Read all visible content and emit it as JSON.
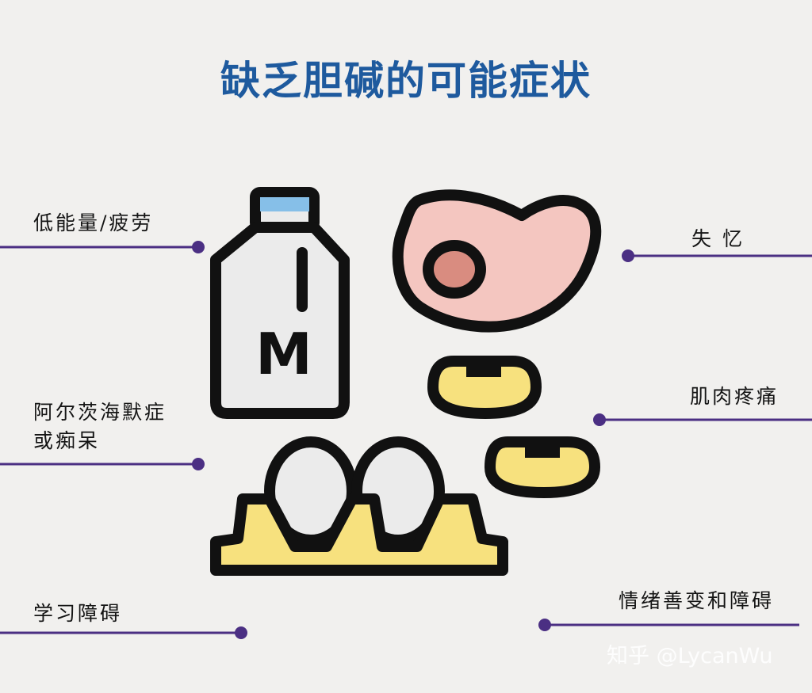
{
  "title": "缺乏胆碱的可能症状",
  "labels": {
    "low_energy": "低能量/疲劳",
    "alzheimers_line1": "阿尔茨海默症",
    "alzheimers_line2": "或痴呆",
    "learning": "学习障碍",
    "memory_loss": "失 忆",
    "muscle_pain": "肌肉疼痛",
    "mood": "情绪善变和障碍"
  },
  "icons": {
    "milk_letter": "M",
    "milk_bottle": "milk-bottle-icon",
    "meat": "meat-icon",
    "beans": "beans-icon",
    "eggs": "eggs-in-carton-icon"
  },
  "colors": {
    "title": "#1e5a9e",
    "connector": "#4b2f83",
    "outline": "#111111",
    "meat": "#f4c6c0",
    "meat_center": "#d98c80",
    "yellow": "#f7e17e",
    "bottle_cap": "#86bfe8",
    "bottle": "#ebebeb",
    "background": "#f1f0ee"
  },
  "watermark": "知乎 @LycanWu"
}
